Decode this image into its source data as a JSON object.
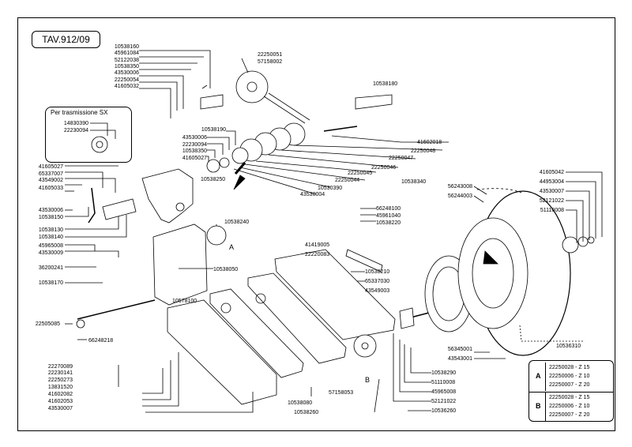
{
  "title": "TAV.912/09",
  "inset": {
    "title": "Per trasmissione SX",
    "codes": [
      "14830390",
      "22230094"
    ]
  },
  "labels_left_top": [
    "10538160",
    "45961084",
    "52122038",
    "10538350",
    "43530006",
    "22250054",
    "41605032"
  ],
  "labels_sprocket_top": [
    "22250051",
    "57158002"
  ],
  "label_10538180": "10538180",
  "label_41602018": "41602018",
  "labels_center_group": [
    "10538190",
    "43530006",
    "22230094",
    "10538350",
    "41605027"
  ],
  "label_10538250": "10538250",
  "labels_gears_right": [
    "22250048",
    "22250047",
    "22250046",
    "22250045",
    "22250044",
    "10530390",
    "43530004"
  ],
  "label_10538340": "10538340",
  "labels_left_mid": [
    "41605027",
    "65337007",
    "43549002",
    "41605033",
    "43530006",
    "10538150",
    "10538130",
    "10538140",
    "45965008",
    "43530009",
    "36200241",
    "10538170"
  ],
  "label_10538240": "10538240",
  "labels_pivot": [
    "41419005",
    "22220083"
  ],
  "labels_chain_tensioner": [
    "66248100",
    "45961040",
    "10538220"
  ],
  "labels_tensioner_lower": [
    "10538210",
    "65337030",
    "43549003"
  ],
  "label_10538050": "10538050",
  "label_10578100": "10578100",
  "label_22505085": "22505085",
  "label_66248218": "66248218",
  "labels_bottom_left": [
    "22270089",
    "22230141",
    "22250273",
    "13831520",
    "41602082",
    "41602053",
    "43530007"
  ],
  "label_57158053": "57158053",
  "labels_bottom_center": [
    "10538080",
    "10538260"
  ],
  "labels_hub_lower": [
    "10538290",
    "51110008",
    "45965008",
    "52121022",
    "10536260"
  ],
  "labels_wheel": [
    "56243008",
    "56244003"
  ],
  "labels_wheel_hub": [
    "56345001",
    "43543001"
  ],
  "labels_right_hardware": [
    "41605042",
    "44953004",
    "43530007",
    "52121022",
    "51110008"
  ],
  "label_10536310": "10536310",
  "marker_a": "A",
  "marker_b": "B",
  "legend": {
    "groups": [
      {
        "letter": "A",
        "rows": [
          "22250028 - Z 15",
          "22250006 - Z 10",
          "22250007 - Z 20"
        ]
      },
      {
        "letter": "B",
        "rows": [
          "22250028 - Z 15",
          "22250006 - Z 10",
          "22250007 - Z 20"
        ]
      }
    ]
  }
}
